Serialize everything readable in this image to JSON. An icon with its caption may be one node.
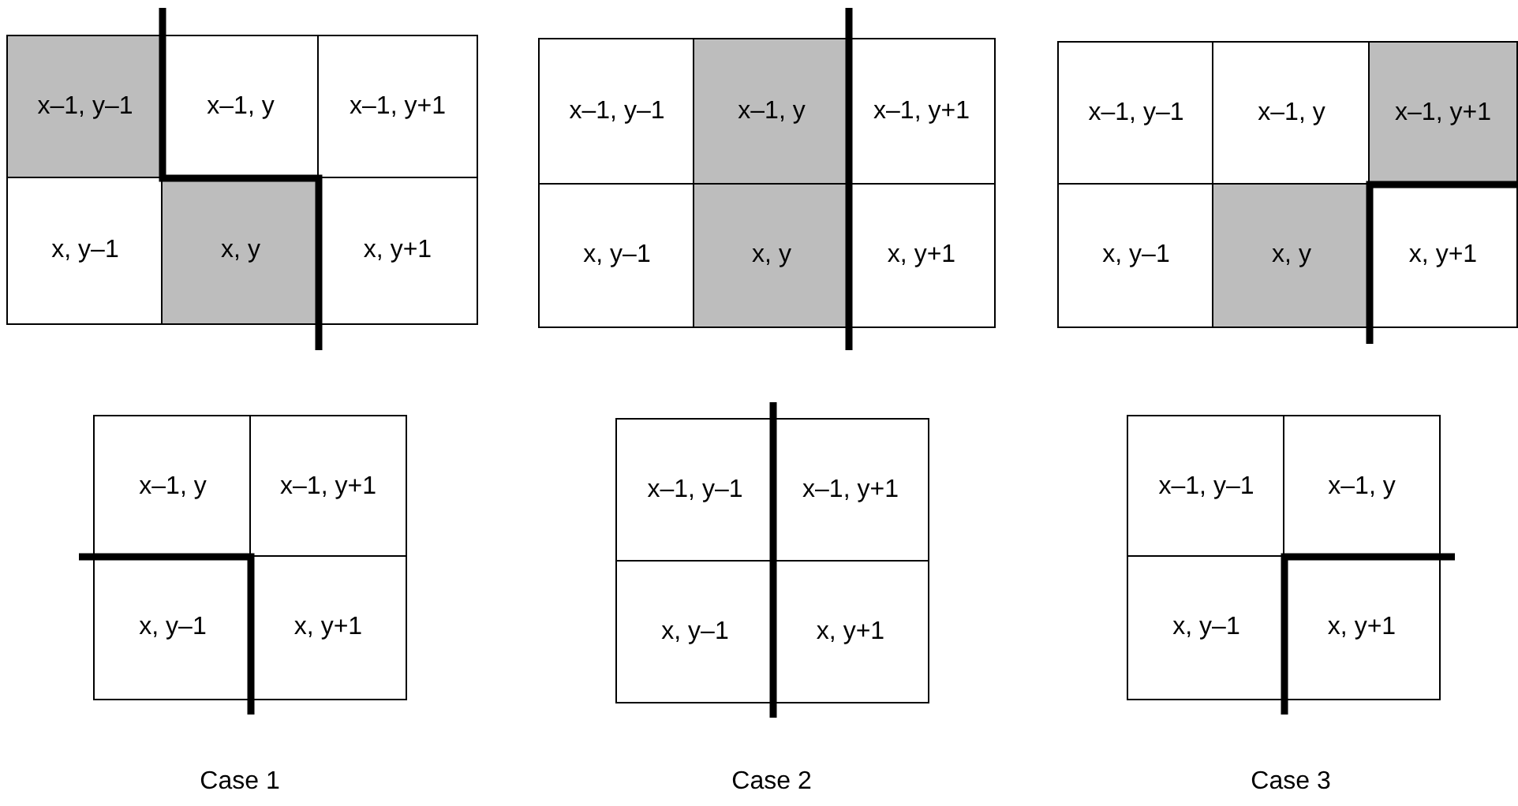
{
  "diagram": {
    "nodes": [
      {
        "text": [
          "x–1, y–1"
        ]
      },
      {
        "text": [
          "x–1, y"
        ]
      },
      {
        "text": [
          "x–1, y+1"
        ]
      },
      {
        "text": [
          "x, y–1"
        ]
      },
      {
        "text": [
          "x, y"
        ]
      },
      {
        "text": [
          "x, y+1"
        ]
      },
      {
        "text": [
          "x–1, y–1"
        ]
      },
      {
        "text": [
          "x–1, y"
        ]
      },
      {
        "text": [
          "x–1, y+1"
        ]
      },
      {
        "text": [
          "x, y–1"
        ]
      },
      {
        "text": [
          "x, y"
        ]
      },
      {
        "text": [
          "x, y+1"
        ]
      },
      {
        "text": [
          "x–1, y–1"
        ]
      },
      {
        "text": [
          "x–1, y"
        ]
      },
      {
        "text": [
          "x–1, y+1"
        ]
      },
      {
        "text": [
          "x, y–1"
        ]
      },
      {
        "text": [
          "x, y"
        ]
      },
      {
        "text": [
          "x, y+1"
        ]
      },
      {
        "text": [
          "x–1, y"
        ]
      },
      {
        "text": [
          "x–1, y+1"
        ]
      },
      {
        "text": [
          "x, y–1"
        ]
      },
      {
        "text": [
          "x, y+1"
        ]
      },
      {
        "text": [
          "x–1, y–1"
        ]
      },
      {
        "text": [
          "x–1, y+1"
        ]
      },
      {
        "text": [
          "x, y–1"
        ]
      },
      {
        "text": [
          "x, y+1"
        ]
      },
      {
        "text": [
          "x–1, y–1"
        ]
      },
      {
        "text": [
          "x–1, y"
        ]
      },
      {
        "text": [
          "x, y–1"
        ]
      },
      {
        "text": [
          "x, y+1"
        ]
      }
    ],
    "labels": [
      "Case 1",
      "Case 2",
      "Case 3"
    ]
  }
}
